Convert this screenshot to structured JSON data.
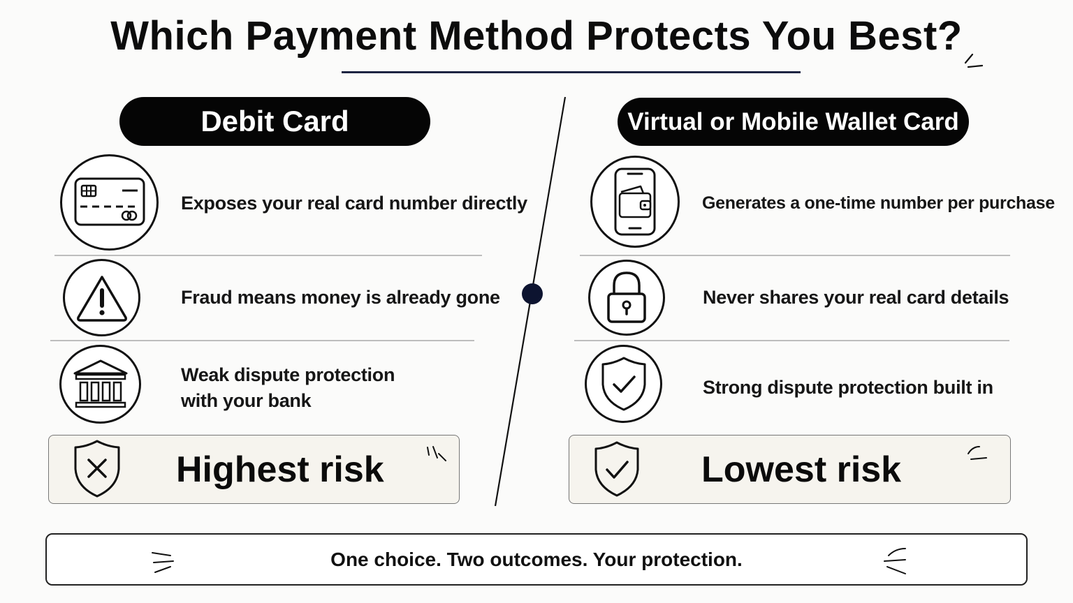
{
  "title": "Which Payment Method Protects You Best?",
  "left": {
    "heading": "Debit Card",
    "features": [
      {
        "icon": "credit-card-icon",
        "text": "Exposes your real card number directly"
      },
      {
        "icon": "warning-triangle-icon",
        "text": "Fraud means money is already gone"
      },
      {
        "icon": "bank-icon",
        "text_line1": "Weak dispute protection",
        "text_line2": "with your bank"
      }
    ],
    "verdict": {
      "icon": "shield-x-icon",
      "label": "Highest risk"
    }
  },
  "right": {
    "heading": "Virtual or Mobile Wallet Card",
    "features": [
      {
        "icon": "phone-wallet-icon",
        "text": "Generates a one-time number per purchase"
      },
      {
        "icon": "padlock-icon",
        "text": "Never shares your real card details"
      },
      {
        "icon": "shield-check-icon",
        "text": "Strong dispute protection built in"
      }
    ],
    "verdict": {
      "icon": "shield-check-icon",
      "label": "Lowest risk"
    }
  },
  "footer": "One choice. Two outcomes. Your protection.",
  "colors": {
    "pill": "#050505",
    "accent_dot": "#0d1430",
    "underline": "#1d2442",
    "verdict_bg": "#f6f4ee"
  }
}
